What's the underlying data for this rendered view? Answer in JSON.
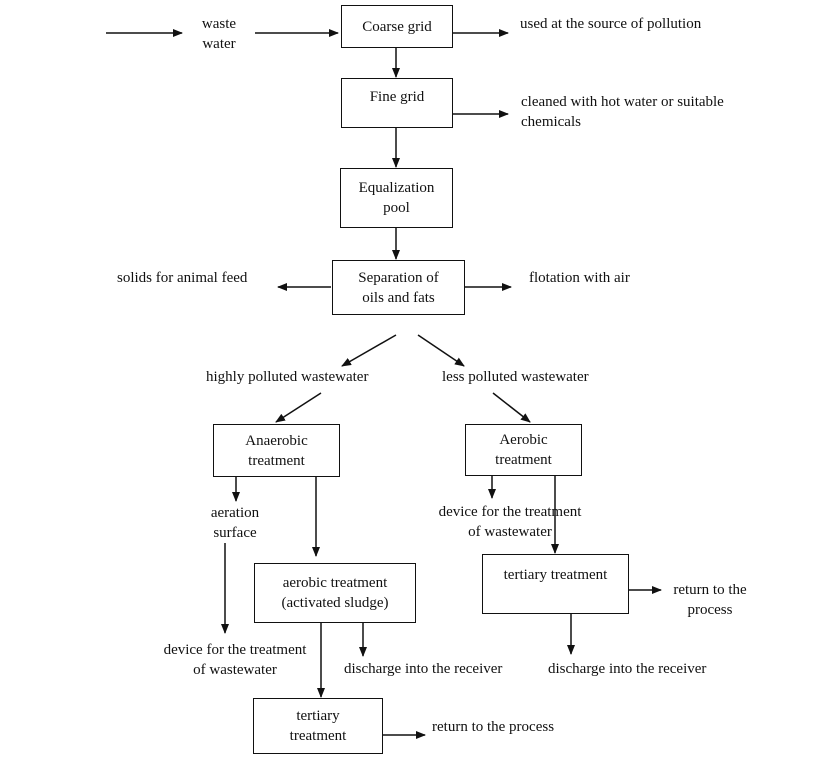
{
  "nodes": {
    "coarse_grid": [
      "Coarse grid"
    ],
    "fine_grid": [
      "Fine grid"
    ],
    "equalization": [
      "Equalization",
      "pool"
    ],
    "separation": [
      "Separation of",
      "oils and fats"
    ],
    "anaerobic": [
      "Anaerobic",
      "treatment"
    ],
    "aerobic": [
      "Aerobic",
      "treatment"
    ],
    "aerobic_activated": [
      "aerobic treatment",
      "(activated sludge)"
    ],
    "tertiary_right": [
      "tertiary treatment"
    ],
    "tertiary_bottom": [
      "tertiary",
      "treatment"
    ]
  },
  "labels": {
    "waste_water": [
      "waste",
      "water"
    ],
    "used_at_source": "used at the source of pollution",
    "cleaned_with": [
      "cleaned with hot water or suitable",
      "chemicals"
    ],
    "solids_feed": "solids for animal feed",
    "flotation": "flotation with air",
    "highly_polluted": "highly polluted wastewater",
    "less_polluted": "less polluted wastewater",
    "aeration_surface": [
      "aeration",
      "surface"
    ],
    "device_left": [
      "device for the treatment",
      "of wastewater"
    ],
    "device_right": [
      "device for the treatment",
      "of wastewater"
    ],
    "discharge_mid": "discharge into the receiver",
    "discharge_right": "discharge into the receiver",
    "return_right": [
      "return to the",
      "process"
    ],
    "return_bottom": "return to the process"
  }
}
